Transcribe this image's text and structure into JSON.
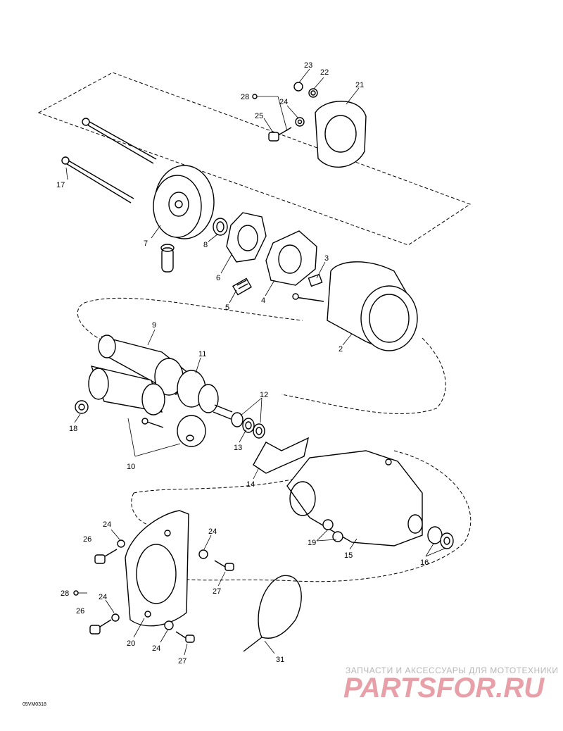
{
  "diagram": {
    "figure_code": "05VM0318",
    "callouts": [
      {
        "id": "c23",
        "text": "23"
      },
      {
        "id": "c22",
        "text": "22"
      },
      {
        "id": "c21",
        "text": "21"
      },
      {
        "id": "c28a",
        "text": "28"
      },
      {
        "id": "c24a",
        "text": "24"
      },
      {
        "id": "c25",
        "text": "25"
      },
      {
        "id": "c17",
        "text": "17"
      },
      {
        "id": "c7",
        "text": "7"
      },
      {
        "id": "c8",
        "text": "8"
      },
      {
        "id": "c6",
        "text": "6"
      },
      {
        "id": "c5",
        "text": "5"
      },
      {
        "id": "c4",
        "text": "4"
      },
      {
        "id": "c3",
        "text": "3"
      },
      {
        "id": "c2",
        "text": "2"
      },
      {
        "id": "c9",
        "text": "9"
      },
      {
        "id": "c11",
        "text": "11"
      },
      {
        "id": "c12",
        "text": "12"
      },
      {
        "id": "c13",
        "text": "13"
      },
      {
        "id": "c18",
        "text": "18"
      },
      {
        "id": "c10",
        "text": "10"
      },
      {
        "id": "c14",
        "text": "14"
      },
      {
        "id": "c19",
        "text": "19"
      },
      {
        "id": "c15",
        "text": "15"
      },
      {
        "id": "c16",
        "text": "16"
      },
      {
        "id": "c24b",
        "text": "24"
      },
      {
        "id": "c26a",
        "text": "26"
      },
      {
        "id": "c24c",
        "text": "24"
      },
      {
        "id": "c27a",
        "text": "27"
      },
      {
        "id": "c28b",
        "text": "28"
      },
      {
        "id": "c24d",
        "text": "24"
      },
      {
        "id": "c26b",
        "text": "26"
      },
      {
        "id": "c20",
        "text": "20"
      },
      {
        "id": "c24e",
        "text": "24"
      },
      {
        "id": "c27b",
        "text": "27"
      },
      {
        "id": "c31",
        "text": "31"
      }
    ]
  },
  "watermark": {
    "tagline": "ЗАПЧАСТИ И АКСЕССУАРЫ ДЛЯ МОТОТЕХНИКИ",
    "brand": "PARTSFOR.RU",
    "color": "#e8a0a8"
  }
}
